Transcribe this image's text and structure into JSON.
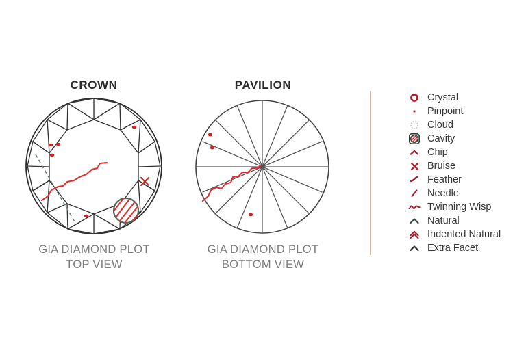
{
  "plots": [
    {
      "key": "crown",
      "title": "CROWN",
      "caption": "GIA DIAMOND PLOT\nTOP VIEW",
      "view": "top",
      "facet_pattern": "round-brilliant-crown",
      "inclusions": [
        {
          "symbol": "pinpoint",
          "count": 3,
          "region": "upper-left-bezel"
        },
        {
          "symbol": "pinpoint",
          "count": 1,
          "region": "upper-right-star"
        },
        {
          "symbol": "pinpoint",
          "count": 1,
          "region": "lower-center"
        },
        {
          "symbol": "feather",
          "count": 1,
          "region": "center-left-table"
        },
        {
          "symbol": "bruise",
          "count": 1,
          "region": "right-girdle"
        },
        {
          "symbol": "cavity",
          "count": 1,
          "region": "lower-right-bezel"
        },
        {
          "symbol": "natural",
          "count": 1,
          "region": "lower-left-girdle"
        }
      ]
    },
    {
      "key": "pavilion",
      "title": "PAVILION",
      "caption": "GIA DIAMOND PLOT\nBOTTOM VIEW",
      "view": "bottom",
      "facet_pattern": "round-brilliant-pavilion-star",
      "inclusions": [
        {
          "symbol": "pinpoint",
          "count": 2,
          "region": "left-upper"
        },
        {
          "symbol": "pinpoint",
          "count": 1,
          "region": "lower-center"
        },
        {
          "symbol": "twinning-wisp",
          "count": 1,
          "region": "center-left"
        }
      ]
    }
  ],
  "legend": {
    "items": [
      {
        "icon": "crystal-icon",
        "label": "Crystal",
        "color": "#b01a28"
      },
      {
        "icon": "pinpoint-icon",
        "label": "Pinpoint",
        "color": "#b01a28"
      },
      {
        "icon": "cloud-icon",
        "label": "Cloud",
        "color": "#c9c9c9"
      },
      {
        "icon": "cavity-icon",
        "label": "Cavity",
        "color": "#b01a28"
      },
      {
        "icon": "chip-icon",
        "label": "Chip",
        "color": "#a8242e"
      },
      {
        "icon": "bruise-icon",
        "label": "Bruise",
        "color": "#b02430"
      },
      {
        "icon": "feather-icon",
        "label": "Feather",
        "color": "#9e2430"
      },
      {
        "icon": "needle-icon",
        "label": "Needle",
        "color": "#9e2430"
      },
      {
        "icon": "twinning-wisp-icon",
        "label": "Twinning Wisp",
        "color": "#a8242e"
      },
      {
        "icon": "natural-icon",
        "label": "Natural",
        "color": "#3d4a42"
      },
      {
        "icon": "indented-natural-icon",
        "label": "Indented Natural",
        "color": "#9e2430"
      },
      {
        "icon": "extra-facet-icon",
        "label": "Extra Facet",
        "color": "#2f2f2f"
      }
    ]
  },
  "colors": {
    "background": "#ffffff",
    "title_text": "#2b2b2b",
    "caption_text": "#7d7d7d",
    "legend_text": "#3a3a3a",
    "divider": "#d9b49a",
    "facet_line": "#333333",
    "inclusion_red": "#d32a2a",
    "natural_green": "#6b8276"
  }
}
